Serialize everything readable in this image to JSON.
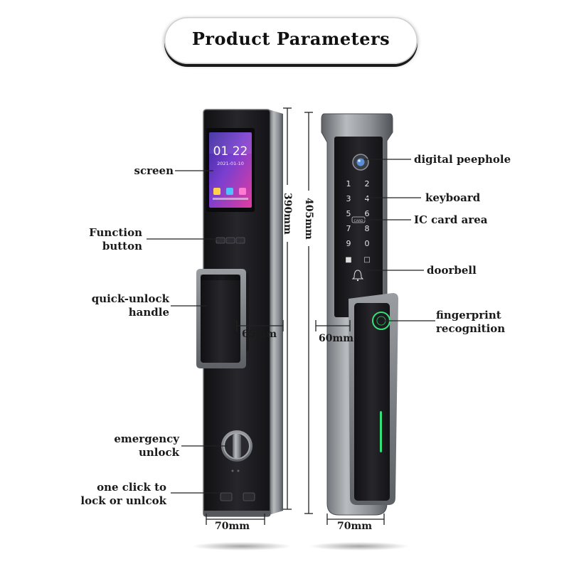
{
  "title": "Product Parameters",
  "callouts": {
    "screen": "screen",
    "function_button_1": "Function",
    "function_button_2": "button",
    "handle_1": "quick-unlock",
    "handle_2": "handle",
    "emergency_1": "emergency",
    "emergency_2": "unlock",
    "oneclick_1": "one click to",
    "oneclick_2": "lock or unlcok",
    "peephole": "digital peephole",
    "keyboard": "keyboard",
    "ic_card": "IC card area",
    "doorbell": "doorbell",
    "fingerprint_1": "fingerprint",
    "fingerprint_2": "recognition"
  },
  "dimensions": {
    "front_height": "390mm",
    "front_depth": "65mm",
    "front_width": "70mm",
    "back_height": "405mm",
    "back_depth": "60mm",
    "back_width": "70mm"
  },
  "screen": {
    "time": "01 22",
    "date": "2021-01-10"
  },
  "keypad": {
    "keys": [
      "1",
      "2",
      "3",
      "4",
      "5",
      "6",
      "7",
      "8",
      "9",
      "0"
    ],
    "card_label": "CARD"
  },
  "colors": {
    "lock_body": "#1e1e22",
    "frame_silver": "#8b8f93",
    "screen_gradient_top": "#3b2a9e",
    "screen_gradient_bottom": "#e23ba0",
    "indicator_green": "#35e07a"
  }
}
